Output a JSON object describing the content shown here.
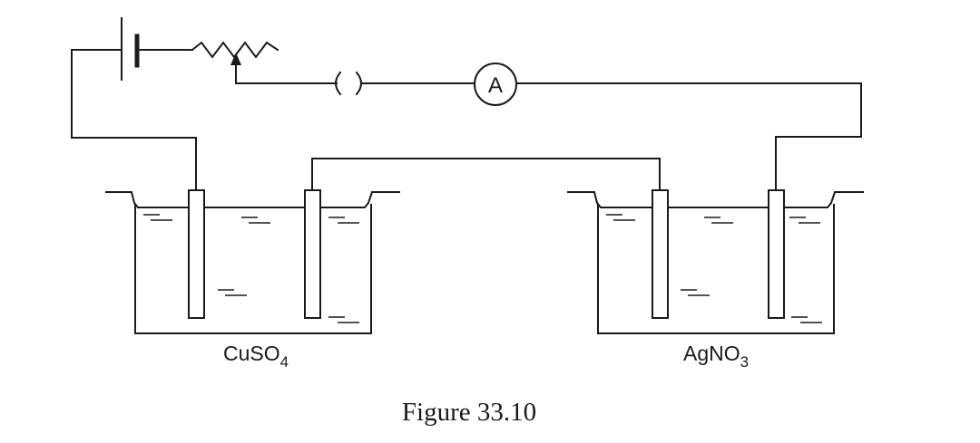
{
  "ammeter": {
    "symbol": "A"
  },
  "cells": [
    {
      "formula_main": "CuSO",
      "formula_sub": "4"
    },
    {
      "formula_main": "AgNO",
      "formula_sub": "3"
    }
  ],
  "caption": "Figure 33.10"
}
